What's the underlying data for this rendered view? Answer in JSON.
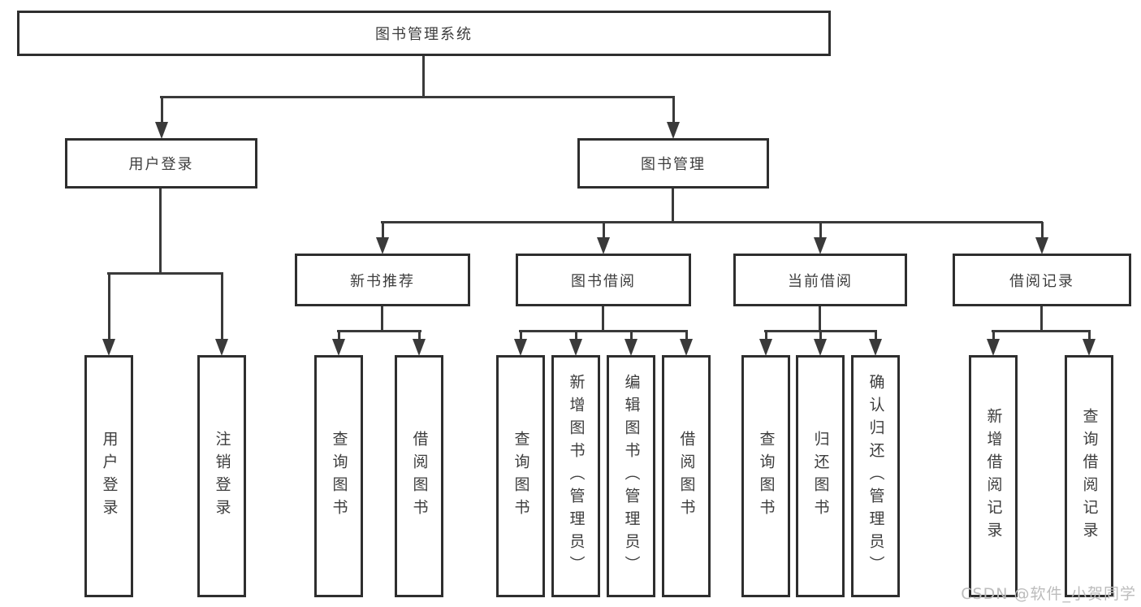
{
  "diagram": {
    "type": "hierarchy-tree",
    "background": "#ffffff",
    "line_color": "#3a3a3a",
    "border_color": "#2e2e2e",
    "text_color": "#3d3d3d",
    "watermark": {
      "text": "CSDN @软件_小贺同学",
      "color": "#bcbcbc"
    },
    "nodes": {
      "root": {
        "label": "图书管理系统"
      },
      "user_login": {
        "label": "用户登录"
      },
      "book_mgmt": {
        "label": "图书管理"
      },
      "new_book_rec": {
        "label": "新书推荐"
      },
      "book_borrow": {
        "label": "图书借阅"
      },
      "current_borrow": {
        "label": "当前借阅"
      },
      "borrow_records": {
        "label": "借阅记录"
      },
      "login_leaf": {
        "label": "用户登录"
      },
      "logout_leaf": {
        "label": "注销登录"
      },
      "rec_query": {
        "label": "查询图书"
      },
      "rec_borrow": {
        "label": "借阅图书"
      },
      "bb_query": {
        "label": "查询图书"
      },
      "bb_add": {
        "label": "新增图书（管理员）"
      },
      "bb_edit": {
        "label": "编辑图书（管理员）"
      },
      "bb_borrow": {
        "label": "借阅图书"
      },
      "cb_query": {
        "label": "查询图书"
      },
      "cb_return": {
        "label": "归还图书"
      },
      "cb_confirm": {
        "label": "确认归还（管理员）"
      },
      "br_add": {
        "label": "新增借阅记录"
      },
      "br_query": {
        "label": "查询借阅记录"
      }
    },
    "edges": [
      [
        "图书管理系统",
        "用户登录"
      ],
      [
        "图书管理系统",
        "图书管理"
      ],
      [
        "用户登录",
        "用户登录"
      ],
      [
        "用户登录",
        "注销登录"
      ],
      [
        "图书管理",
        "新书推荐"
      ],
      [
        "图书管理",
        "图书借阅"
      ],
      [
        "图书管理",
        "当前借阅"
      ],
      [
        "图书管理",
        "借阅记录"
      ],
      [
        "新书推荐",
        "查询图书"
      ],
      [
        "新书推荐",
        "借阅图书"
      ],
      [
        "图书借阅",
        "查询图书"
      ],
      [
        "图书借阅",
        "新增图书（管理员）"
      ],
      [
        "图书借阅",
        "编辑图书（管理员）"
      ],
      [
        "图书借阅",
        "借阅图书"
      ],
      [
        "当前借阅",
        "查询图书"
      ],
      [
        "当前借阅",
        "归还图书"
      ],
      [
        "当前借阅",
        "确认归还（管理员）"
      ],
      [
        "借阅记录",
        "新增借阅记录"
      ],
      [
        "借阅记录",
        "查询借阅记录"
      ]
    ]
  }
}
